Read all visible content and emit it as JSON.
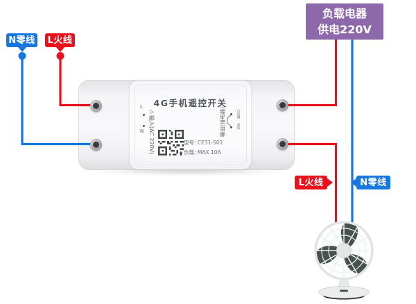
{
  "diagram": {
    "top_left": {
      "neutral_label": "N零线",
      "live_label": "L火线"
    },
    "load_box": {
      "line1": "负载电器",
      "line2": "供电220V"
    },
    "device": {
      "title": "4G手机遥控开关",
      "warning_icon": "⚠",
      "input_label": "输入(AC 220V)",
      "terminal_l": "L",
      "terminal_n": "N",
      "output_label": "输出(接电器)",
      "terminal_com": "COM",
      "terminal_no": "NO",
      "model": "型号: CE31-S01",
      "max_load": "负载: MAX 10A"
    },
    "bottom_right": {
      "live_label": "L火线",
      "neutral_label": "N零线"
    },
    "colors": {
      "live_wire": "#e8111c",
      "neutral_wire": "#1777e0",
      "load_box": "#8d68ab"
    }
  }
}
